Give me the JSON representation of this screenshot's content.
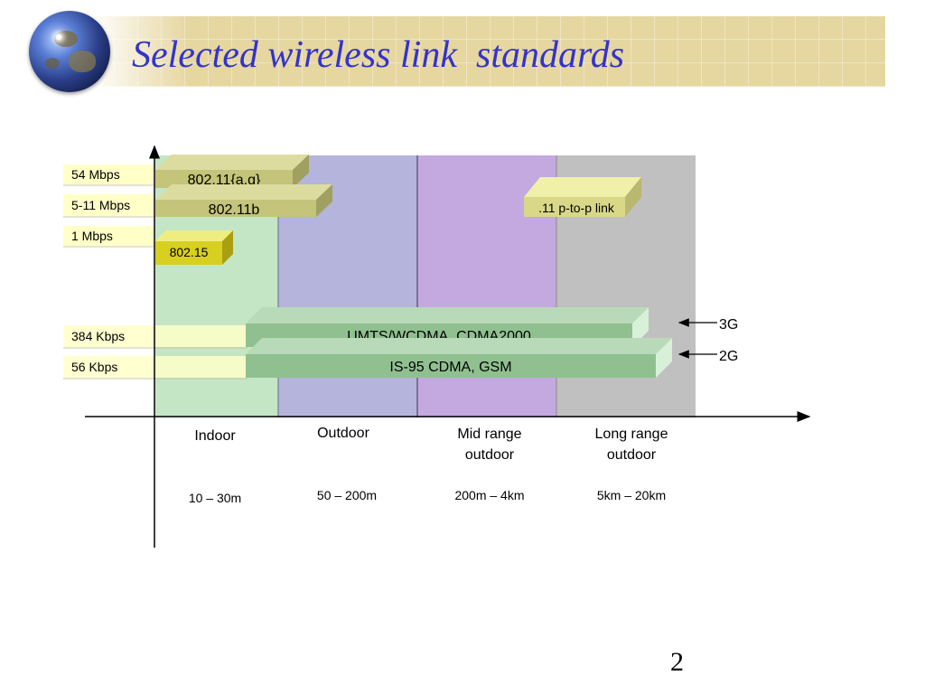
{
  "slide": {
    "title": "Selected wireless link  standards",
    "page_number": "2"
  },
  "colors": {
    "title": "#3333cc",
    "indoor_zone": "#c4e6c4",
    "outdoor_zone": "#b4b4dc",
    "midrange_zone": "#c4a8e0",
    "longrange_zone": "#c0c0c0",
    "wifi_bar": "#c4c47a",
    "bluetooth_bar": "#d8d020",
    "cellular_bar": "#90c090",
    "rate_label_bg": "#ffffc8"
  },
  "rates": [
    {
      "label": "54 Mbps"
    },
    {
      "label": "5-11 Mbps"
    },
    {
      "label": "1 Mbps"
    },
    {
      "label": "384 Kbps"
    },
    {
      "label": "56 Kbps"
    }
  ],
  "ranges": [
    {
      "name": "Indoor",
      "distance": "10 – 30m"
    },
    {
      "name": "Outdoor",
      "distance": "50 – 200m"
    },
    {
      "name": "Mid range\noutdoor",
      "distance": "200m – 4km"
    },
    {
      "name": "Long range\noutdoor",
      "distance": "5km – 20km"
    }
  ],
  "standards": {
    "wifi_ag": "802.11{a,g}",
    "wifi_b": "802.11b",
    "bluetooth": "802.15",
    "p2p_link": ".11 p-to-p link",
    "umts": "UMTS/WCDMA, CDMA2000",
    "gsm": "IS-95 CDMA, GSM"
  },
  "generations": {
    "g3": "3G",
    "g2": "2G"
  }
}
